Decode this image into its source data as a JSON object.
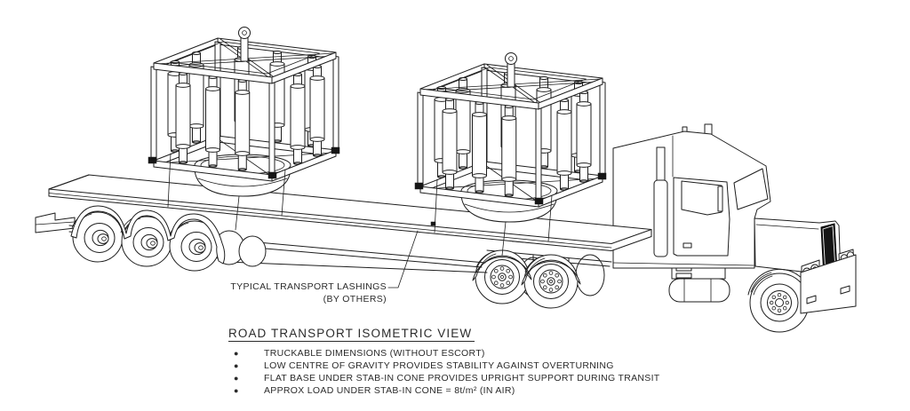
{
  "drawing": {
    "callout": {
      "line1": "TYPICAL TRANSPORT LASHINGS",
      "line2": "(BY OTHERS)"
    },
    "title": "ROAD TRANSPORT ISOMETRIC VIEW",
    "bullets": [
      "TRUCKABLE DIMENSIONS (WITHOUT ESCORT)",
      "LOW CENTRE OF GRAVITY PROVIDES STABILITY AGAINST OVERTURNING",
      "FLAT BASE UNDER STAB-IN CONE PROVIDES UPRIGHT SUPPORT DURING TRANSIT",
      "APPROX LOAD UNDER STAB-IN CONE = 8t/m² (IN AIR)"
    ],
    "bullet_glyph": "●",
    "colors": {
      "line": "#1e1e1e",
      "background": "#ffffff",
      "grille": "#151515"
    }
  }
}
